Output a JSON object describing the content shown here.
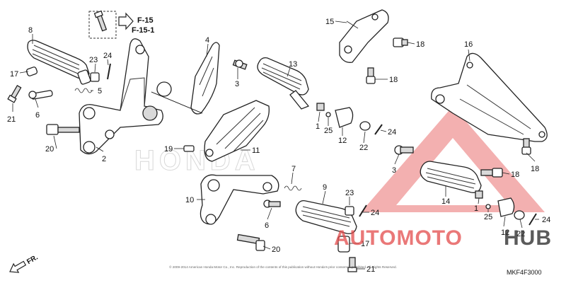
{
  "reference": {
    "line1": "F-15",
    "line2": "F-15-1"
  },
  "callouts": [
    "8",
    "17",
    "21",
    "6",
    "23",
    "24",
    "5",
    "2",
    "20",
    "4",
    "3",
    "19",
    "11",
    "13",
    "1",
    "25",
    "12",
    "22",
    "24",
    "7",
    "10",
    "9",
    "23",
    "24",
    "6",
    "20",
    "17",
    "21",
    "15",
    "18",
    "18",
    "16",
    "3",
    "18",
    "18",
    "14",
    "1",
    "25",
    "12",
    "22",
    "24"
  ],
  "direction": "FR.",
  "code": "MKF4F3000",
  "copyright": "© 2009-2014 American Honda Motor Co., Inc. Reproduction of the contents of this publication without Honda's prior consent is prohibited. All Rights Reserved.",
  "watermark": {
    "text_red": "AUTOMOTO",
    "text_dark": "HUB",
    "red": "#e34b4b",
    "dark": "#333333"
  },
  "brand_watermark": "HONDA"
}
